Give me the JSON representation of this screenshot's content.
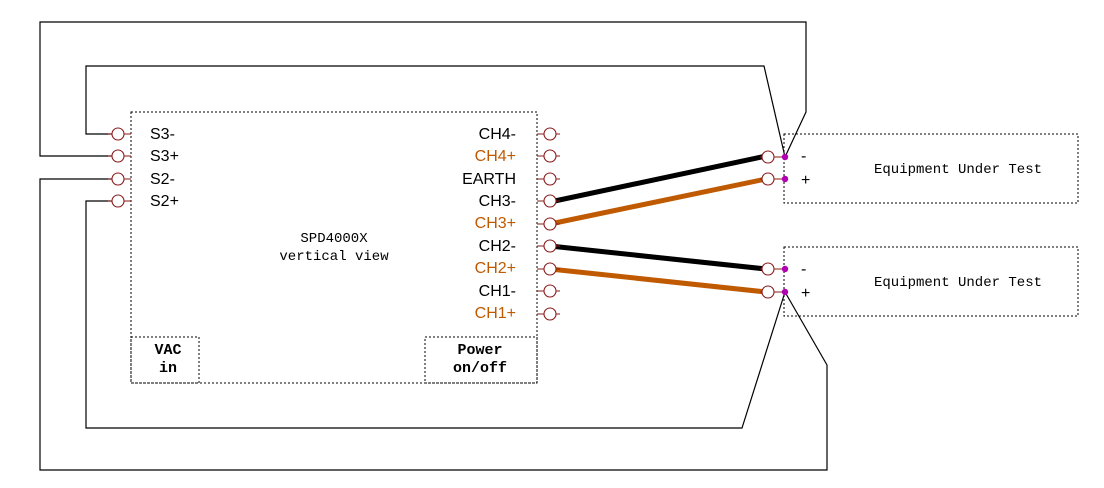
{
  "device": {
    "name": "SPD4000X",
    "view": "vertical view",
    "vac_line1": "VAC",
    "vac_line2": "in",
    "power_line1": "Power",
    "power_line2": "on/off"
  },
  "sense_terminals": [
    "S3-",
    "S3+",
    "S2-",
    "S2+"
  ],
  "channel_terminals": [
    {
      "label": "CH4-",
      "color": "#000000"
    },
    {
      "label": "CH4+",
      "color": "#c05a00"
    },
    {
      "label": "EARTH",
      "color": "#000000"
    },
    {
      "label": "CH3-",
      "color": "#000000"
    },
    {
      "label": "CH3+",
      "color": "#c05a00"
    },
    {
      "label": "CH2-",
      "color": "#000000"
    },
    {
      "label": "CH2+",
      "color": "#c05a00"
    },
    {
      "label": "CH1-",
      "color": "#000000"
    },
    {
      "label": "CH1+",
      "color": "#c05a00"
    }
  ],
  "eut": [
    {
      "title": "Equipment Under Test",
      "minus": "-",
      "plus": "+"
    },
    {
      "title": "Equipment Under Test",
      "minus": "-",
      "plus": "+"
    }
  ],
  "colors": {
    "terminal": "#8b1a1a",
    "positive_lead": "#c05a00",
    "negative_lead": "#000000",
    "sense_point": "#b000b0"
  }
}
